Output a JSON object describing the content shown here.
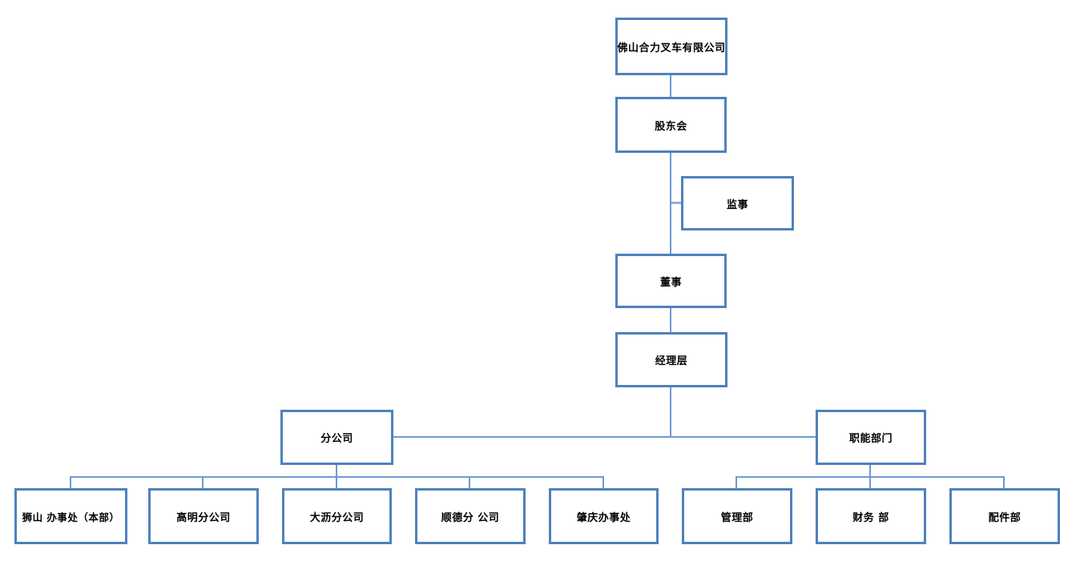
{
  "diagram": {
    "type": "org-chart",
    "nodes": {
      "company": {
        "label": "佛山合力叉车有限公司"
      },
      "shareholders": {
        "label": "股东会"
      },
      "supervisor": {
        "label": "监事"
      },
      "director": {
        "label": "董事"
      },
      "management": {
        "label": "经理层"
      },
      "branch": {
        "label": "分公司"
      },
      "functional": {
        "label": "职能部门"
      },
      "shishan": {
        "label": "狮山 办事处（本部）"
      },
      "gaoming": {
        "label": "高明分公司"
      },
      "dali": {
        "label": "大沥分公司"
      },
      "shunde": {
        "label": "顺德分 公司"
      },
      "zhaoqing": {
        "label": "肇庆办事处"
      },
      "admin": {
        "label": "管理部"
      },
      "finance": {
        "label": "财务 部"
      },
      "parts": {
        "label": "配件部"
      }
    },
    "edges": [
      [
        "company",
        "shareholders"
      ],
      [
        "shareholders",
        "supervisor"
      ],
      [
        "shareholders",
        "director"
      ],
      [
        "director",
        "management"
      ],
      [
        "management",
        "branch"
      ],
      [
        "management",
        "functional"
      ],
      [
        "branch",
        "shishan"
      ],
      [
        "branch",
        "gaoming"
      ],
      [
        "branch",
        "dali"
      ],
      [
        "branch",
        "shunde"
      ],
      [
        "branch",
        "zhaoqing"
      ],
      [
        "functional",
        "admin"
      ],
      [
        "functional",
        "finance"
      ],
      [
        "functional",
        "parts"
      ]
    ],
    "colors": {
      "box_border": "#4f81bd",
      "connector": "#6d9bd1",
      "connector_light": "#8fb3dc",
      "text": "#000000",
      "background": "#ffffff"
    }
  }
}
